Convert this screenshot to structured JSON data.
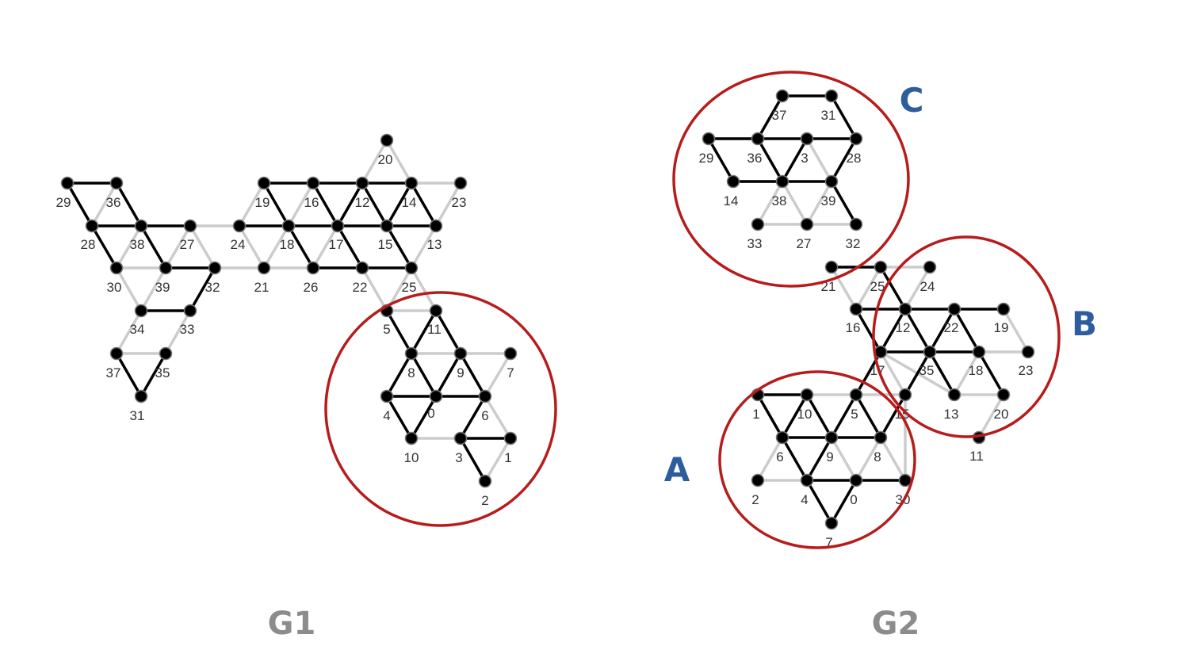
{
  "colors": {
    "strong_edge": "#000000",
    "weak_edge": "#cccccc",
    "node": "#000000",
    "circle": "#b71c1c",
    "title": "#8c8c8c",
    "region_label": "#2e5d9e"
  },
  "graphs": [
    {
      "title": "G1",
      "nodes": [
        {
          "id": "0",
          "label": "0"
        },
        {
          "id": "1",
          "label": "1"
        },
        {
          "id": "2",
          "label": "2"
        },
        {
          "id": "3",
          "label": "3"
        },
        {
          "id": "4",
          "label": "4"
        },
        {
          "id": "5",
          "label": "5"
        },
        {
          "id": "6",
          "label": "6"
        },
        {
          "id": "7",
          "label": "7"
        },
        {
          "id": "8",
          "label": "8"
        },
        {
          "id": "9",
          "label": "9"
        },
        {
          "id": "10",
          "label": "10"
        },
        {
          "id": "11",
          "label": "11"
        },
        {
          "id": "12",
          "label": "12"
        },
        {
          "id": "13",
          "label": "13"
        },
        {
          "id": "14",
          "label": "14"
        },
        {
          "id": "15",
          "label": "15"
        },
        {
          "id": "16",
          "label": "16"
        },
        {
          "id": "17",
          "label": "17"
        },
        {
          "id": "18",
          "label": "18"
        },
        {
          "id": "19",
          "label": "19"
        },
        {
          "id": "20",
          "label": "20"
        },
        {
          "id": "21",
          "label": "21"
        },
        {
          "id": "22",
          "label": "22"
        },
        {
          "id": "23",
          "label": "23"
        },
        {
          "id": "24",
          "label": "24"
        },
        {
          "id": "25",
          "label": "25"
        },
        {
          "id": "26",
          "label": "26"
        },
        {
          "id": "27",
          "label": "27"
        },
        {
          "id": "28",
          "label": "28"
        },
        {
          "id": "29",
          "label": "29"
        },
        {
          "id": "30",
          "label": "30"
        },
        {
          "id": "31",
          "label": "31"
        },
        {
          "id": "32",
          "label": "32"
        },
        {
          "id": "33",
          "label": "33"
        },
        {
          "id": "34",
          "label": "34"
        },
        {
          "id": "35",
          "label": "35"
        },
        {
          "id": "36",
          "label": "36"
        },
        {
          "id": "37",
          "label": "37"
        },
        {
          "id": "38",
          "label": "38"
        },
        {
          "id": "39",
          "label": "39"
        }
      ],
      "strong_edges": [
        [
          "29",
          "36"
        ],
        [
          "29",
          "28"
        ],
        [
          "36",
          "38"
        ],
        [
          "28",
          "38"
        ],
        [
          "28",
          "30"
        ],
        [
          "38",
          "27"
        ],
        [
          "38",
          "39"
        ],
        [
          "39",
          "32"
        ],
        [
          "32",
          "33"
        ],
        [
          "34",
          "33"
        ],
        [
          "37",
          "31"
        ],
        [
          "31",
          "35"
        ],
        [
          "19",
          "16"
        ],
        [
          "16",
          "12"
        ],
        [
          "12",
          "14"
        ],
        [
          "24",
          "18"
        ],
        [
          "18",
          "17"
        ],
        [
          "17",
          "15"
        ],
        [
          "15",
          "13"
        ],
        [
          "19",
          "18"
        ],
        [
          "12",
          "17"
        ],
        [
          "14",
          "15"
        ],
        [
          "14",
          "13"
        ],
        [
          "18",
          "26"
        ],
        [
          "26",
          "22"
        ],
        [
          "22",
          "25"
        ],
        [
          "17",
          "22"
        ],
        [
          "15",
          "25"
        ],
        [
          "16",
          "17"
        ],
        [
          "12",
          "15"
        ],
        [
          "5",
          "8"
        ],
        [
          "11",
          "8"
        ],
        [
          "11",
          "9"
        ],
        [
          "8",
          "4"
        ],
        [
          "8",
          "0"
        ],
        [
          "9",
          "0"
        ],
        [
          "9",
          "6"
        ],
        [
          "4",
          "10"
        ],
        [
          "0",
          "10"
        ],
        [
          "0",
          "6"
        ],
        [
          "6",
          "3"
        ],
        [
          "3",
          "1"
        ],
        [
          "3",
          "2"
        ],
        [
          "0",
          "4"
        ]
      ],
      "weak_edges": [
        [
          "20",
          "12"
        ],
        [
          "20",
          "14"
        ],
        [
          "14",
          "23"
        ],
        [
          "23",
          "13"
        ],
        [
          "27",
          "24"
        ],
        [
          "24",
          "19"
        ],
        [
          "24",
          "21"
        ],
        [
          "21",
          "18"
        ],
        [
          "21",
          "26"
        ],
        [
          "16",
          "18"
        ],
        [
          "12",
          "26"
        ],
        [
          "13",
          "25"
        ],
        [
          "30",
          "38"
        ],
        [
          "30",
          "39"
        ],
        [
          "30",
          "34"
        ],
        [
          "39",
          "27"
        ],
        [
          "39",
          "34"
        ],
        [
          "27",
          "32"
        ],
        [
          "32",
          "21"
        ],
        [
          "29",
          "28"
        ],
        [
          "36",
          "28"
        ],
        [
          "34",
          "37"
        ],
        [
          "33",
          "35"
        ],
        [
          "37",
          "35"
        ],
        [
          "22",
          "5"
        ],
        [
          "25",
          "5"
        ],
        [
          "25",
          "11"
        ],
        [
          "5",
          "11"
        ],
        [
          "8",
          "9"
        ],
        [
          "9",
          "7"
        ],
        [
          "7",
          "6"
        ],
        [
          "4",
          "0"
        ],
        [
          "10",
          "3"
        ],
        [
          "6",
          "1"
        ],
        [
          "1",
          "2"
        ]
      ]
    },
    {
      "title": "G2",
      "regions": [
        {
          "label": "C"
        },
        {
          "label": "B"
        },
        {
          "label": "A"
        }
      ],
      "nodes": [
        {
          "id": "0",
          "label": "0"
        },
        {
          "id": "1",
          "label": "1"
        },
        {
          "id": "2",
          "label": "2"
        },
        {
          "id": "3",
          "label": "3"
        },
        {
          "id": "4",
          "label": "4"
        },
        {
          "id": "5",
          "label": "5"
        },
        {
          "id": "6",
          "label": "6"
        },
        {
          "id": "7",
          "label": "7"
        },
        {
          "id": "8",
          "label": "8"
        },
        {
          "id": "9",
          "label": "9"
        },
        {
          "id": "10",
          "label": "10"
        },
        {
          "id": "11",
          "label": "11"
        },
        {
          "id": "12",
          "label": "12"
        },
        {
          "id": "13",
          "label": "13"
        },
        {
          "id": "14",
          "label": "14"
        },
        {
          "id": "15",
          "label": "15"
        },
        {
          "id": "16",
          "label": "16"
        },
        {
          "id": "17",
          "label": "17"
        },
        {
          "id": "18",
          "label": "18"
        },
        {
          "id": "19",
          "label": "19"
        },
        {
          "id": "20",
          "label": "20"
        },
        {
          "id": "21",
          "label": "21"
        },
        {
          "id": "22",
          "label": "22"
        },
        {
          "id": "23",
          "label": "23"
        },
        {
          "id": "24",
          "label": "24"
        },
        {
          "id": "25",
          "label": "25"
        },
        {
          "id": "27",
          "label": "27"
        },
        {
          "id": "28",
          "label": "28"
        },
        {
          "id": "29",
          "label": "29"
        },
        {
          "id": "30",
          "label": "30"
        },
        {
          "id": "31",
          "label": "31"
        },
        {
          "id": "32",
          "label": "32"
        },
        {
          "id": "33",
          "label": "33"
        },
        {
          "id": "35",
          "label": "35"
        },
        {
          "id": "36",
          "label": "36"
        },
        {
          "id": "37",
          "label": "37"
        },
        {
          "id": "38",
          "label": "38"
        },
        {
          "id": "39",
          "label": "39"
        }
      ],
      "strong_edges": [
        [
          "37",
          "31"
        ],
        [
          "37",
          "36"
        ],
        [
          "31",
          "28"
        ],
        [
          "29",
          "36"
        ],
        [
          "36",
          "3"
        ],
        [
          "3",
          "28"
        ],
        [
          "29",
          "14"
        ],
        [
          "14",
          "38"
        ],
        [
          "38",
          "39"
        ],
        [
          "36",
          "38"
        ],
        [
          "3",
          "38"
        ],
        [
          "28",
          "39"
        ],
        [
          "39",
          "32"
        ],
        [
          "21",
          "25"
        ],
        [
          "25",
          "12"
        ],
        [
          "16",
          "12"
        ],
        [
          "12",
          "22"
        ],
        [
          "22",
          "19"
        ],
        [
          "16",
          "17"
        ],
        [
          "12",
          "17"
        ],
        [
          "12",
          "35"
        ],
        [
          "22",
          "35"
        ],
        [
          "22",
          "18"
        ],
        [
          "17",
          "35"
        ],
        [
          "35",
          "18"
        ],
        [
          "18",
          "20"
        ],
        [
          "35",
          "15"
        ],
        [
          "35",
          "13"
        ],
        [
          "17",
          "5"
        ],
        [
          "1",
          "10"
        ],
        [
          "1",
          "6"
        ],
        [
          "10",
          "6"
        ],
        [
          "10",
          "9"
        ],
        [
          "5",
          "9"
        ],
        [
          "5",
          "8"
        ],
        [
          "15",
          "8"
        ],
        [
          "6",
          "9"
        ],
        [
          "9",
          "8"
        ],
        [
          "6",
          "4"
        ],
        [
          "9",
          "4"
        ],
        [
          "4",
          "0"
        ],
        [
          "0",
          "30"
        ],
        [
          "4",
          "7"
        ],
        [
          "0",
          "7"
        ]
      ],
      "weak_edges": [
        [
          "29",
          "36"
        ],
        [
          "14",
          "38"
        ],
        [
          "38",
          "33"
        ],
        [
          "38",
          "27"
        ],
        [
          "39",
          "27"
        ],
        [
          "33",
          "27"
        ],
        [
          "27",
          "32"
        ],
        [
          "3",
          "39"
        ],
        [
          "21",
          "16"
        ],
        [
          "25",
          "24"
        ],
        [
          "25",
          "16"
        ],
        [
          "24",
          "12"
        ],
        [
          "19",
          "23"
        ],
        [
          "18",
          "23"
        ],
        [
          "17",
          "13"
        ],
        [
          "13",
          "20"
        ],
        [
          "18",
          "13"
        ],
        [
          "20",
          "11"
        ],
        [
          "10",
          "5"
        ],
        [
          "5",
          "15"
        ],
        [
          "1",
          "6"
        ],
        [
          "6",
          "2"
        ],
        [
          "2",
          "4"
        ],
        [
          "8",
          "0"
        ],
        [
          "9",
          "0"
        ],
        [
          "8",
          "30"
        ],
        [
          "15",
          "30"
        ],
        [
          "17",
          "15"
        ]
      ]
    }
  ]
}
